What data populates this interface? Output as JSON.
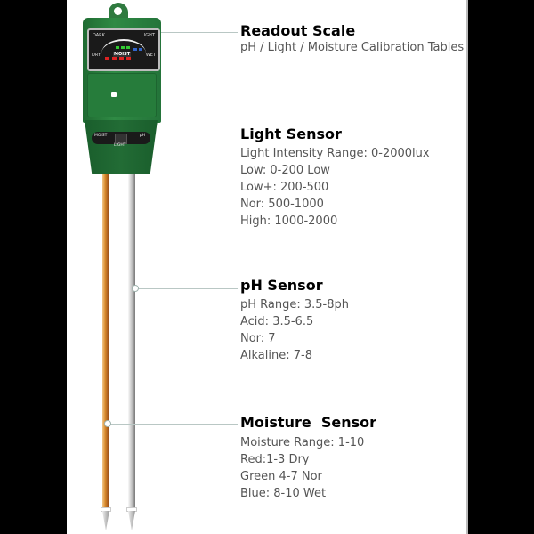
{
  "readout": {
    "title": "Readout Scale",
    "subtitle": "pH / Light / Moisture Calibration Tables"
  },
  "light": {
    "title": "Light Sensor",
    "lines": [
      "Light Intensity Range: 0-2000lux",
      "Low: 0-200 Low",
      "Low+: 200-500",
      "Nor: 500-1000",
      "High: 1000-2000"
    ]
  },
  "ph": {
    "title": "pH Sensor",
    "lines": [
      "pH Range: 3.5-8ph",
      "Acid: 3.5-6.5",
      "Nor: 7",
      "Alkaline: 7-8"
    ]
  },
  "moisture": {
    "title": "Moisture  Sensor",
    "lines": [
      "Moisture Range: 1-10",
      "Red:1-3 Dry",
      "Green 4-7 Nor",
      "Blue: 8-10 Wet"
    ]
  },
  "device": {
    "dial": {
      "dark": "DARK",
      "light": "LIGHT",
      "dry": "DRY",
      "wet": "WET",
      "moist": "MOIST"
    },
    "switch": {
      "left": "MOIST",
      "right": "pH",
      "bottom": "LIGHT"
    }
  },
  "colors": {
    "device_green": "#2f8a44",
    "copper_probe": "#d88a2c",
    "silver_probe": "#cfcfcf",
    "title_text": "#000000",
    "body_text": "#555555"
  }
}
